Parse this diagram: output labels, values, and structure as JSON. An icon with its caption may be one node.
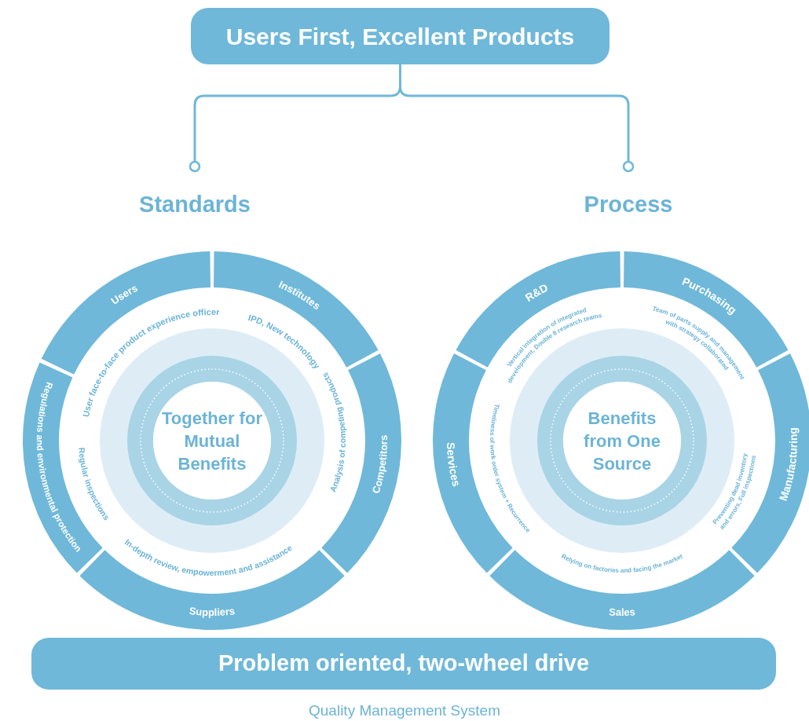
{
  "diagram": {
    "caption": "Quality Management System",
    "nodes": [
      {
        "text": [
          "Users First, Excellent Products"
        ]
      },
      {
        "text": [
          "Standards"
        ]
      },
      {
        "text": [
          "Process"
        ]
      },
      {
        "text": [
          "Users"
        ]
      },
      {
        "text": [
          "Institutes"
        ]
      },
      {
        "text": [
          "Competitors"
        ]
      },
      {
        "text": [
          "Suppliers"
        ]
      },
      {
        "text": [
          "Regulations and environmental protection"
        ]
      },
      {
        "text": [
          "Together for Mutual Benefits"
        ]
      },
      {
        "text": [
          "R&D"
        ]
      },
      {
        "text": [
          "Purchasing"
        ]
      },
      {
        "text": [
          "Manufacturing"
        ]
      },
      {
        "text": [
          "Sales"
        ]
      },
      {
        "text": [
          "Services"
        ]
      },
      {
        "text": [
          "Benefits from One Source"
        ]
      },
      {
        "text": [
          "Problem oriented, two-wheel drive"
        ]
      }
    ],
    "edges": [
      {
        "from": 0,
        "to": 1,
        "arrow": "other"
      },
      {
        "from": 0,
        "to": 2,
        "arrow": "other"
      }
    ],
    "labels": [
      "User face-to-face product experience officer",
      "IPD, New technology",
      "Analysis of competing products",
      "Regular inspections",
      "In-depth review, empowerment and assistance",
      "Vertical integration of integrated development, Double 8 research teams",
      "Team of parts supply and management with strategy collaborated",
      "Preventing dead inventory and errors, Full inspections",
      "Relying on factories and facing the market",
      "Timeliness of work order system + Recurrence"
    ]
  }
}
